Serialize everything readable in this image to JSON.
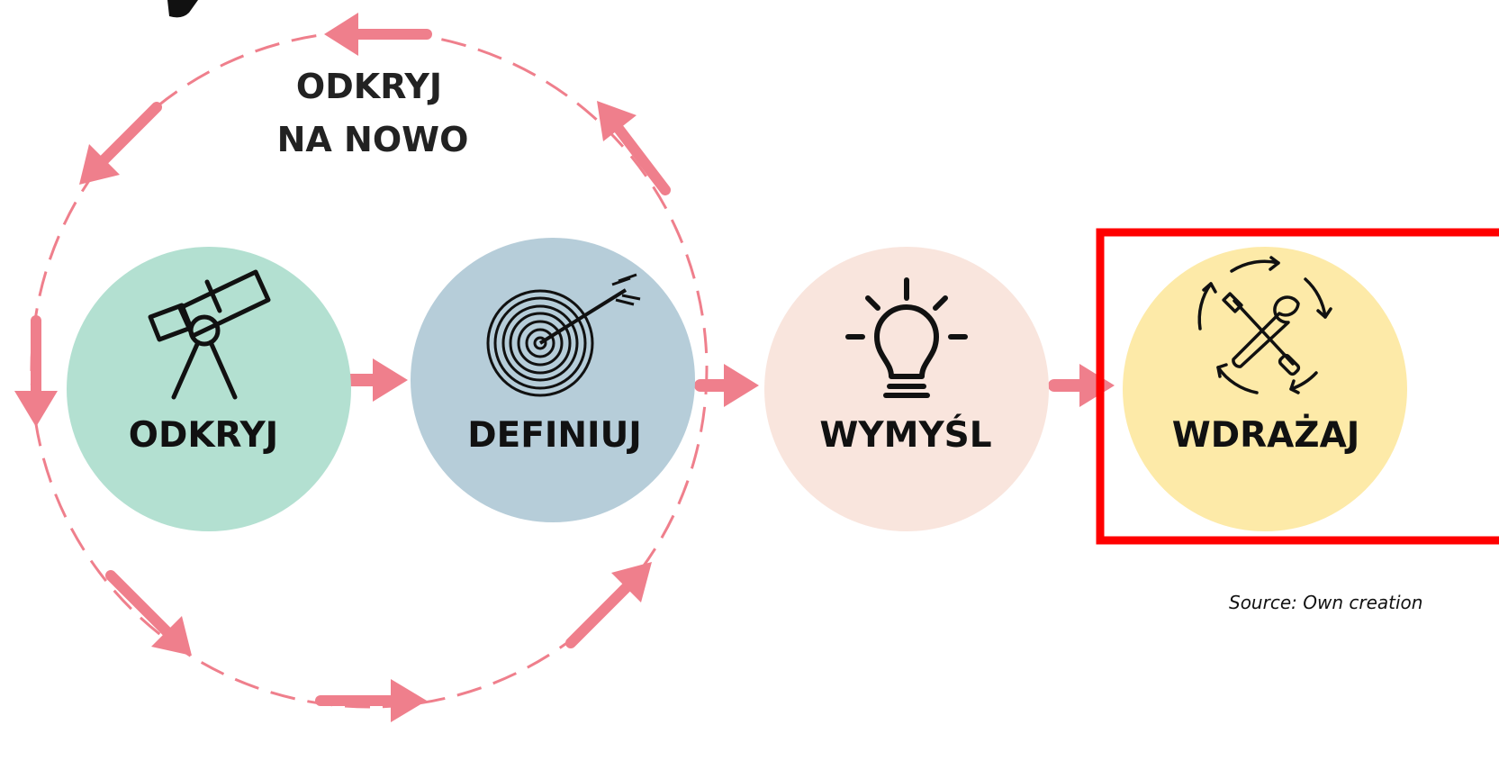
{
  "loop": {
    "label_line1": "ODKRYJ",
    "label_line2": "NA NOWO"
  },
  "stages": [
    {
      "label": "ODKRYJ",
      "icon": "telescope-icon",
      "color": "#b3e0d1"
    },
    {
      "label": "DEFINIUJ",
      "icon": "target-icon",
      "color": "#b6cdd9"
    },
    {
      "label": "WYMYŚL",
      "icon": "lightbulb-icon",
      "color": "#f9e5dd"
    },
    {
      "label": "WDRAŻAJ",
      "icon": "tools-cycle-icon",
      "color": "#fdeaa8"
    }
  ],
  "source": "Source: Own creation",
  "colors": {
    "arrow": "#ef7f8c",
    "highlight": "#ff0000",
    "text": "#111111"
  }
}
